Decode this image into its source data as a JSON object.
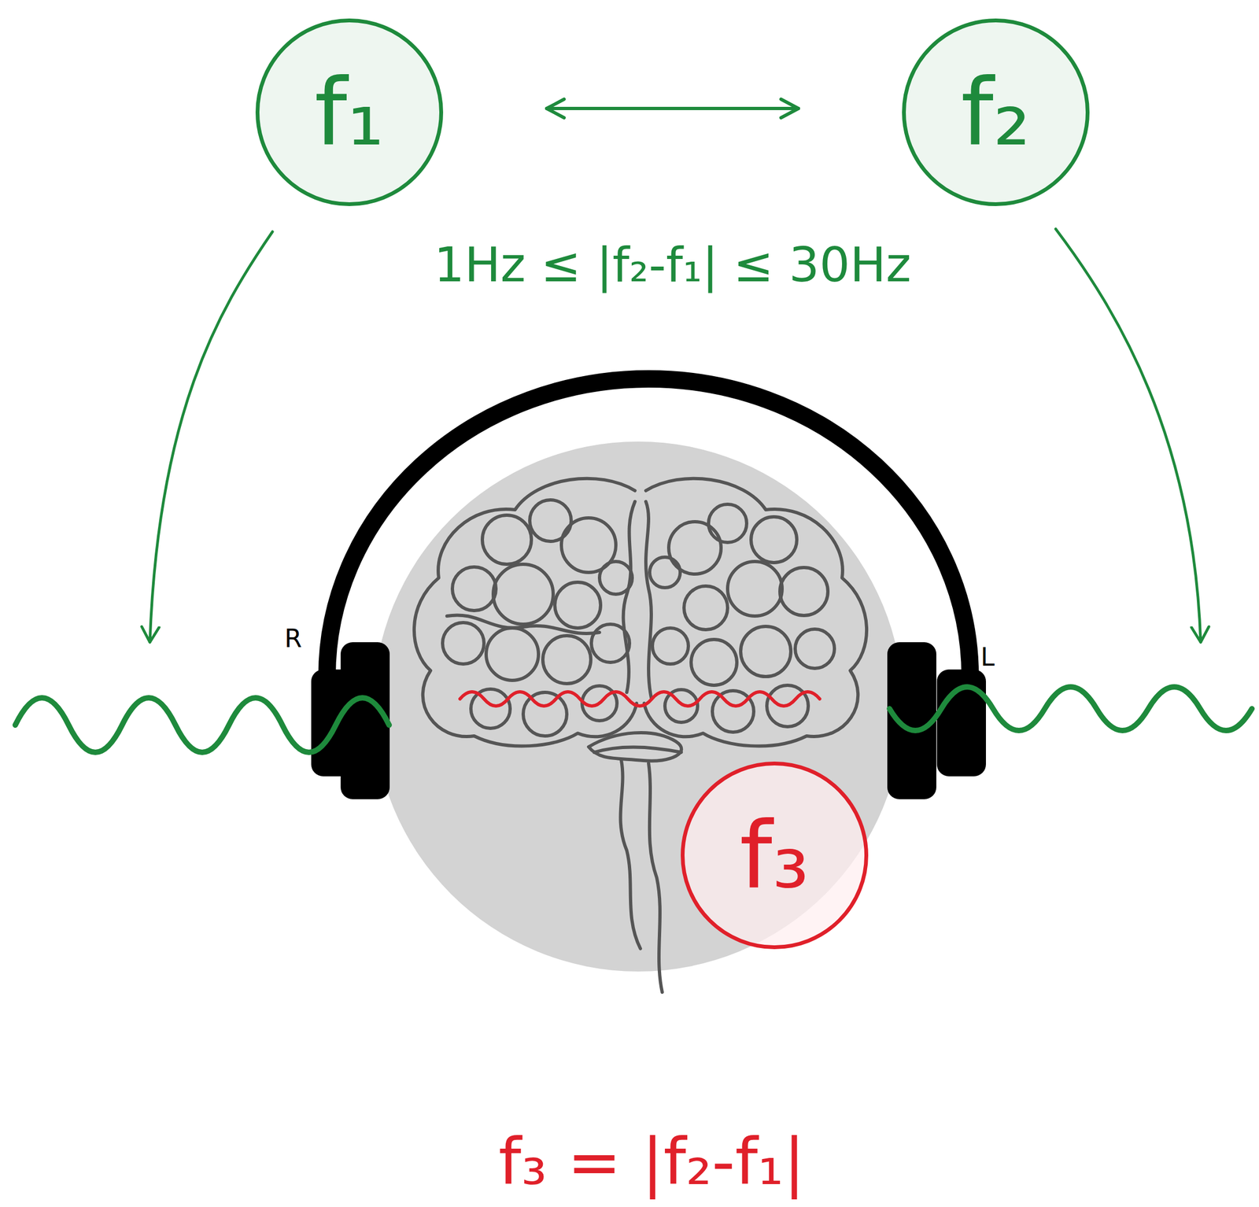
{
  "diagram": {
    "nodes": [
      {
        "text": [
          "f₁"
        ]
      },
      {
        "text": [
          "f₂"
        ]
      },
      {
        "text": [
          "f₃"
        ]
      }
    ],
    "edges": [
      {
        "from": 0,
        "to": 1,
        "arrow": "both"
      }
    ],
    "labels": [
      "1Hz ≤ |f₂-f₁| ≤ 30Hz",
      "R",
      "L",
      "f₃ = |f₂-f₁|"
    ]
  }
}
